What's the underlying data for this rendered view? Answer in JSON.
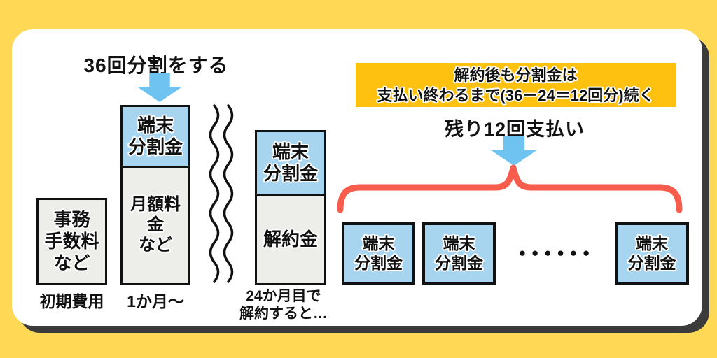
{
  "colors": {
    "background": "#FFD956",
    "card": "#FFFFFF",
    "card_shadow": "#3B3B3B",
    "box_blue": "#A7D4EE",
    "box_gray": "#EDEDE9",
    "arrow_blue": "#6FC3F1",
    "banner_yellow": "#FFC110",
    "brace_red": "#F75C4C",
    "ink": "#111111"
  },
  "left": {
    "heading": "36回分割をする",
    "initial_fee_box": {
      "label": "事務\n手数料\nなど",
      "caption": "初期費用"
    },
    "monthly_bar": {
      "device_label": "端末\n分割金",
      "monthly_label": "月額料金\nなど",
      "caption": "1か月〜"
    }
  },
  "middle": {
    "cancel_bar": {
      "device_label": "端末\n分割金",
      "cancel_label": "解約金",
      "caption": "24か月目で\n解約すると…"
    }
  },
  "right": {
    "banner": "解約後も分割金は\n支払い終わるまで(36－24＝12回分)続く",
    "subheading": "残り12回支払い",
    "installment_boxes": [
      {
        "label": "端末\n分割金"
      },
      {
        "label": "端末\n分割金"
      },
      {
        "label": "端末\n分割金"
      }
    ],
    "ellipsis": "●●●●●●"
  }
}
